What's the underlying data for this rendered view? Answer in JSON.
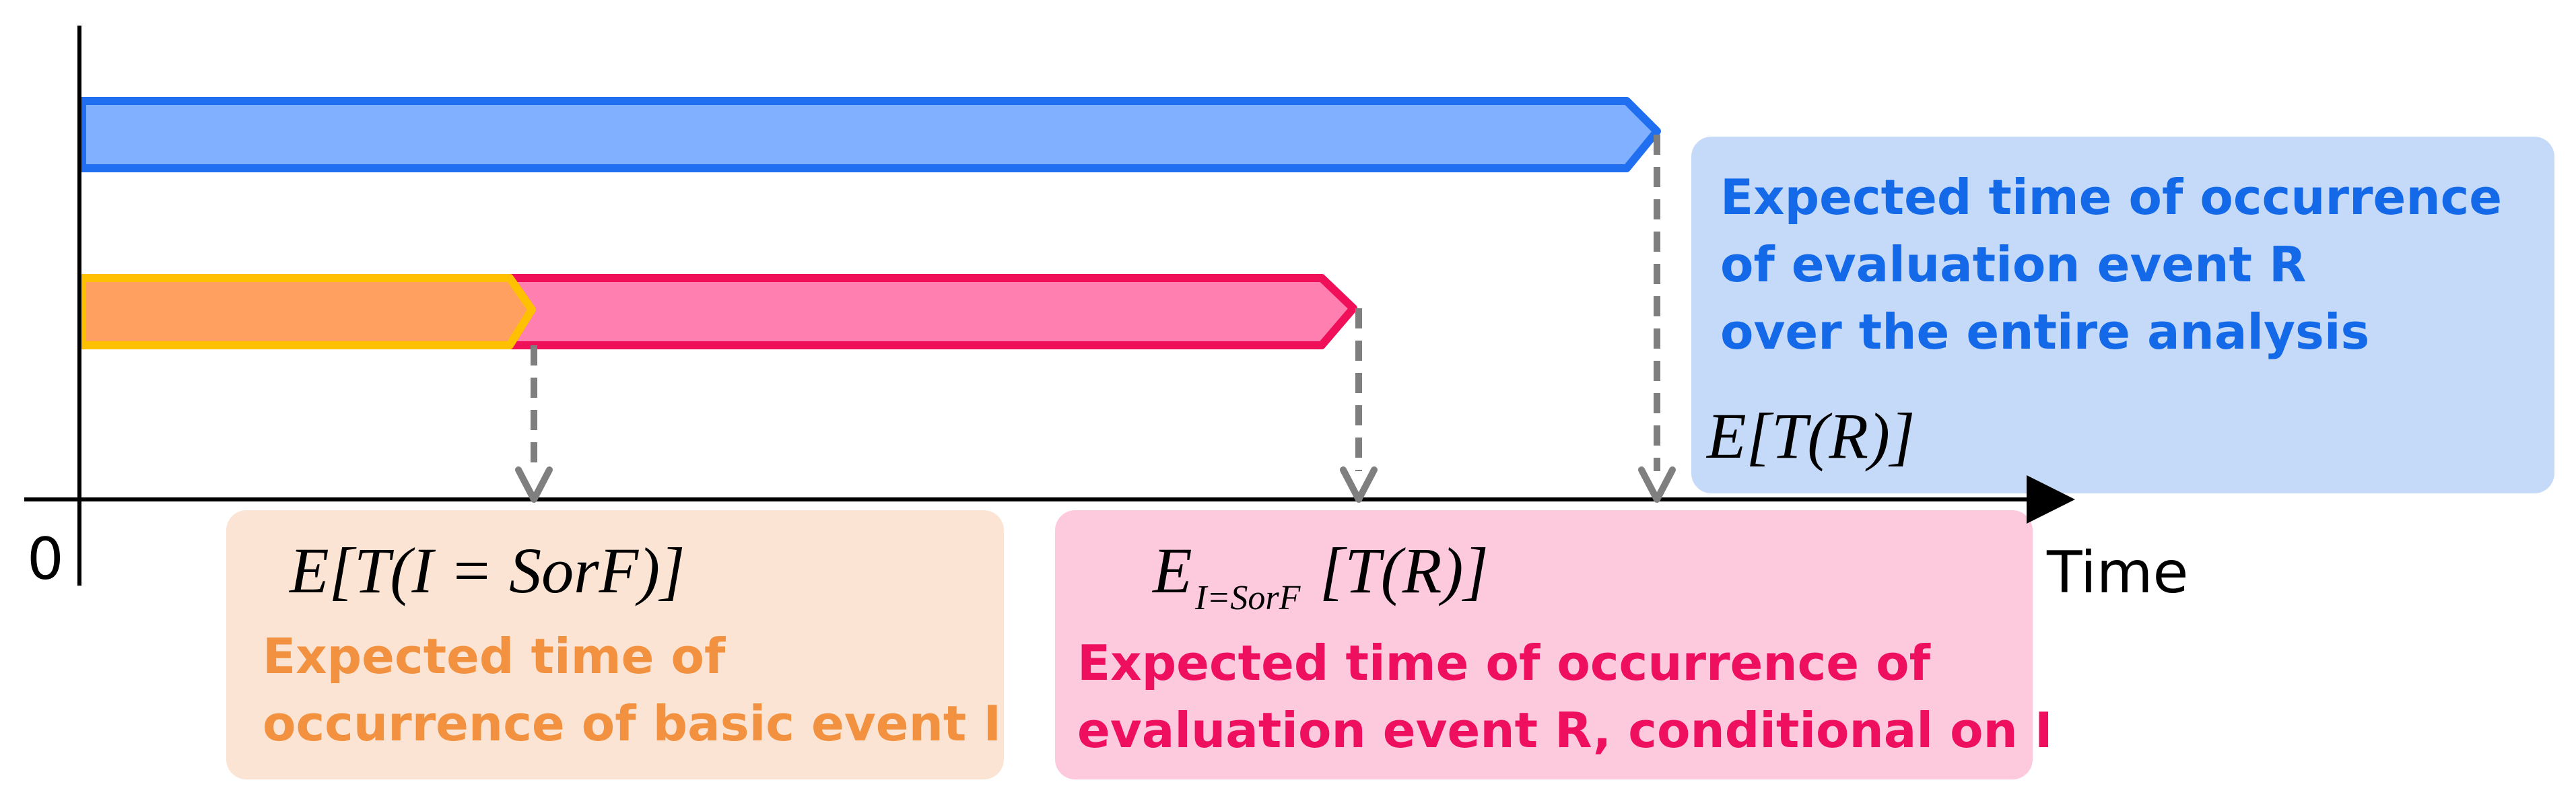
{
  "axis": {
    "origin_label": "0",
    "x_label": "Time"
  },
  "bars": {
    "overall": {
      "name": "overall-analysis-bar",
      "fill": "#80b0ff",
      "stroke": "#1f6ff0"
    },
    "basic_event": {
      "name": "basic-event-I-bar",
      "fill": "#ffa060",
      "stroke": "#ffc000"
    },
    "conditional": {
      "name": "conditional-R-bar",
      "fill": "#ff80b0",
      "stroke": "#f0105a"
    }
  },
  "callouts": {
    "overall": {
      "fill": "#c5daf8",
      "text_color": "#1469e8",
      "lines": [
        "Expected time of occurrence",
        "of evaluation event R",
        "over the entire analysis"
      ],
      "formula": "E[T(R)]"
    },
    "basic_event": {
      "fill": "#fbe4d3",
      "text_color": "#f2913f",
      "lines": [
        "Expected time of",
        "occurrence of basic event I"
      ],
      "formula": "E[T(I = SorF)]"
    },
    "conditional": {
      "fill": "#fdc9dd",
      "text_color": "#ee0f5f",
      "lines": [
        "Expected time of occurrence of",
        "evaluation event R, conditional on I"
      ],
      "formula_main": "E",
      "formula_sub": "I=SorF",
      "formula_rest": "[T(R)]"
    }
  },
  "colors": {
    "axis": "#000000",
    "dashed": "#7f7f7f"
  }
}
